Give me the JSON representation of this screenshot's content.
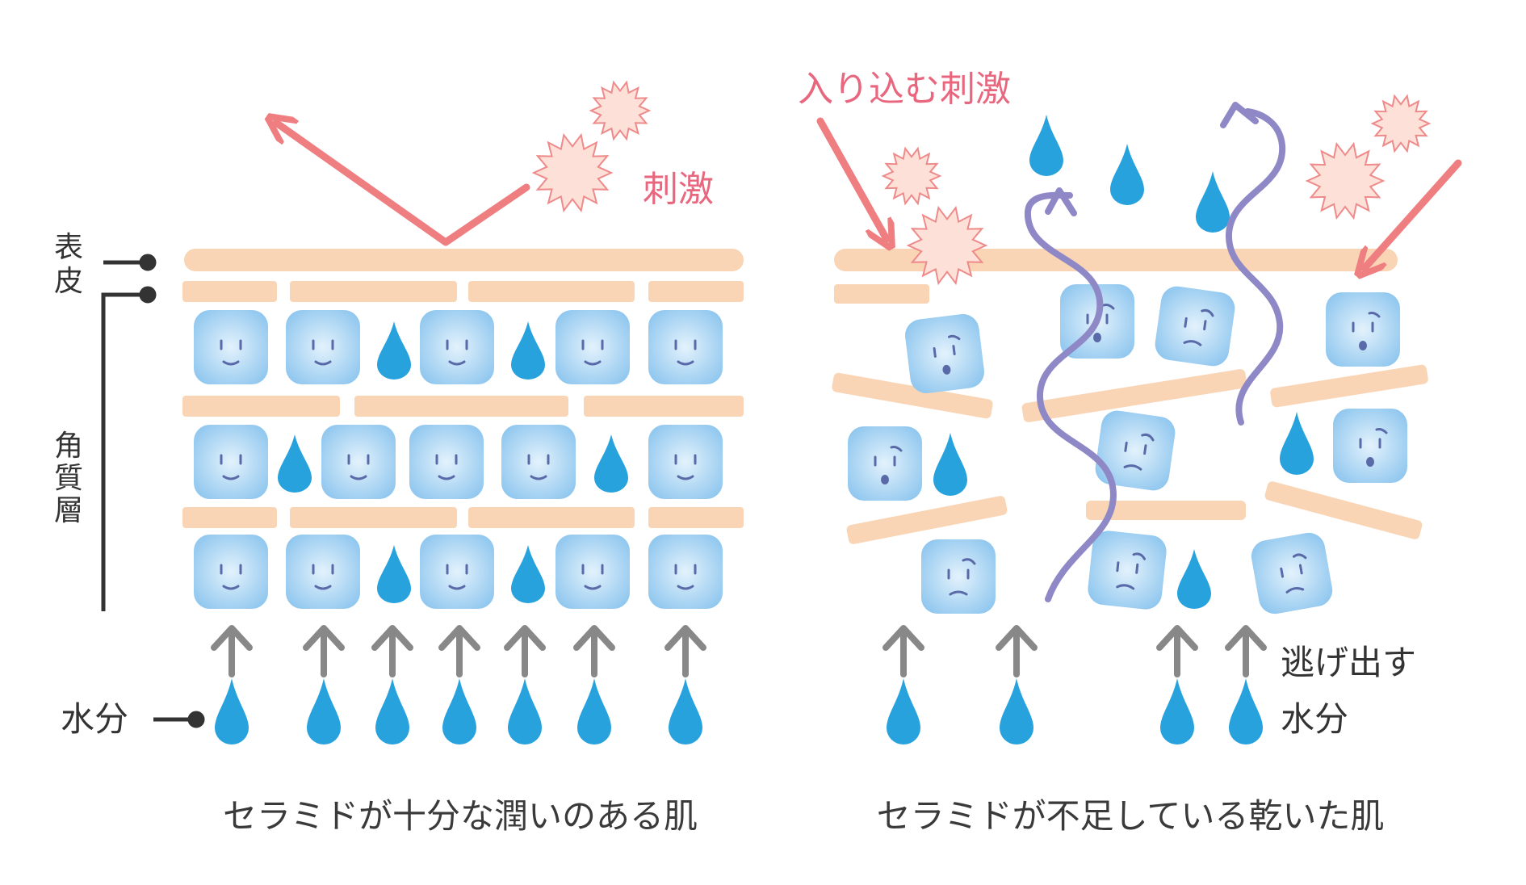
{
  "left_panel": {
    "caption": "セラミドが十分な潤いのある肌",
    "stimulus_label": "刺激",
    "epidermis_label_chars": [
      "表",
      "皮"
    ],
    "stratum_corneum_label_chars": [
      "角",
      "質",
      "層"
    ],
    "moisture_label": "水分"
  },
  "right_panel": {
    "caption": "セラミドが不足している乾いた肌",
    "stimulus_label": "入り込む刺激",
    "escaping_moisture_label_lines": [
      "逃げ出す",
      "水分"
    ]
  },
  "colors": {
    "ceramide_band": "#f9d5b6",
    "cell_fill": "#a9d5f3",
    "droplet": "#27a2dd",
    "arrow_red": "#ef7e80",
    "arrow_gray": "#888888",
    "wave_purple": "#8f88c6",
    "stimulus_text": "#e8667e",
    "burst_fill": "#fde1d8",
    "burst_stroke": "#ef8a8a"
  },
  "icons": {
    "stimulus": "burst-icon",
    "water": "droplet-icon",
    "cell": "face-cell-icon"
  }
}
